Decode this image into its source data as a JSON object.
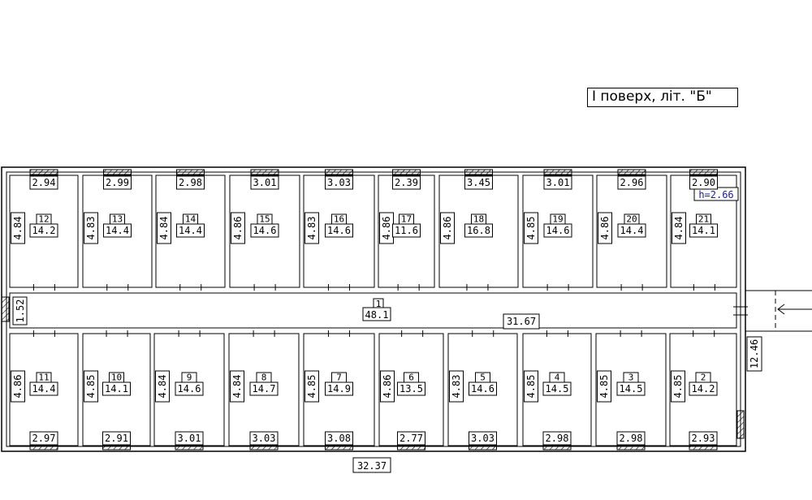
{
  "title": "I поверх, літ. \"Б\"",
  "ceiling_height": "h=2.66",
  "overall": {
    "length_top": "31.67",
    "length_bottom": "32.37",
    "width_right": "12.46"
  },
  "corridor": {
    "number": "1",
    "area": "48.1",
    "width": "1.52"
  },
  "top_rooms": [
    {
      "number": "12",
      "area": "14.2",
      "width": "2.94",
      "depth": "4.84"
    },
    {
      "number": "13",
      "area": "14.4",
      "width": "2.99",
      "depth": "4.83"
    },
    {
      "number": "14",
      "area": "14.4",
      "width": "2.98",
      "depth": "4.84"
    },
    {
      "number": "15",
      "area": "14.6",
      "width": "3.01",
      "depth": "4.86"
    },
    {
      "number": "16",
      "area": "14.6",
      "width": "3.03",
      "depth": "4.83"
    },
    {
      "number": "17",
      "area": "11.6",
      "width": "2.39",
      "depth": "4.86"
    },
    {
      "number": "18",
      "area": "16.8",
      "width": "3.45",
      "depth": "4.86"
    },
    {
      "number": "19",
      "area": "14.6",
      "width": "3.01",
      "depth": "4.85"
    },
    {
      "number": "20",
      "area": "14.4",
      "width": "2.96",
      "depth": "4.86"
    },
    {
      "number": "21",
      "area": "14.1",
      "width": "2.90",
      "depth": "4.84"
    }
  ],
  "bottom_rooms": [
    {
      "number": "11",
      "area": "14.4",
      "width": "2.97",
      "depth": "4.86"
    },
    {
      "number": "10",
      "area": "14.1",
      "width": "2.91",
      "depth": "4.85"
    },
    {
      "number": "9",
      "area": "14.6",
      "width": "3.01",
      "depth": "4.84"
    },
    {
      "number": "8",
      "area": "14.7",
      "width": "3.03",
      "depth": "4.84"
    },
    {
      "number": "7",
      "area": "14.9",
      "width": "3.08",
      "depth": "4.85"
    },
    {
      "number": "6",
      "area": "13.5",
      "width": "2.77",
      "depth": "4.86"
    },
    {
      "number": "5",
      "area": "14.6",
      "width": "3.03",
      "depth": "4.83"
    },
    {
      "number": "4",
      "area": "14.5",
      "width": "2.98",
      "depth": "4.85"
    },
    {
      "number": "3",
      "area": "14.5",
      "width": "2.98",
      "depth": "4.85"
    },
    {
      "number": "2",
      "area": "14.2",
      "width": "2.93",
      "depth": "4.85"
    }
  ]
}
